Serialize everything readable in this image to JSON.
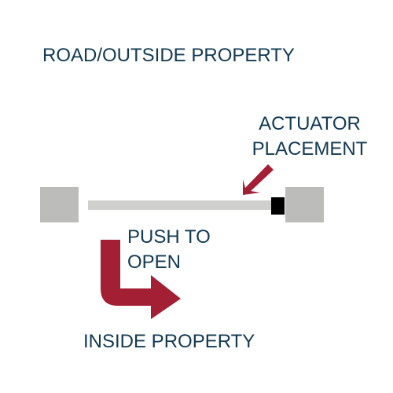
{
  "labels": {
    "road": "ROAD/OUTSIDE PROPERTY",
    "inside": "INSIDE PROPERTY",
    "actuator_line1": "ACTUATOR",
    "actuator_line2": "PLACEMENT",
    "push_line1": "PUSH TO",
    "push_line2": "OPEN"
  },
  "colors": {
    "text": "#123a52",
    "post": "#bcbcba",
    "gate": "#cfcfcd",
    "actuator": "#000000",
    "arrow": "#a31f34",
    "background": "#ffffff"
  }
}
